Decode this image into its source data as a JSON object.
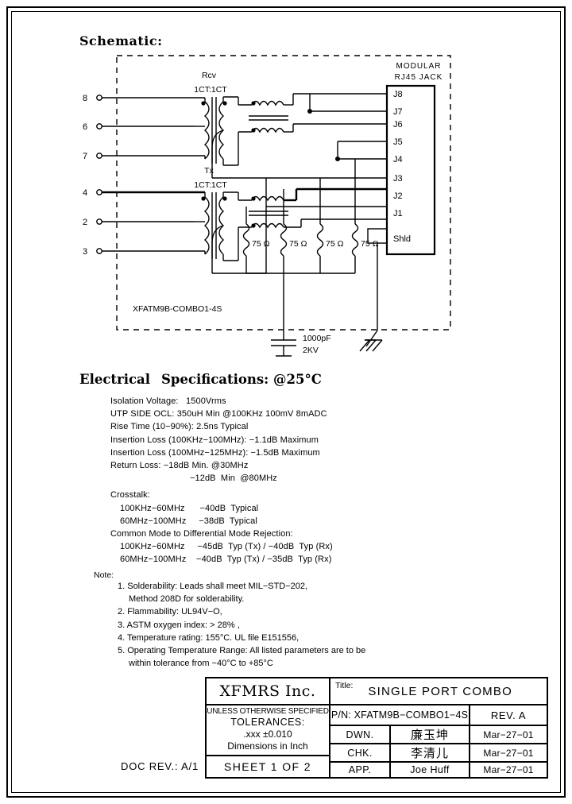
{
  "document": {
    "schematic_heading": "Schematic:",
    "part_number_in_box": "XFATM9B-COMBO1-4S"
  },
  "schematic": {
    "left_pins": [
      "8",
      "6",
      "7",
      "4",
      "2",
      "3"
    ],
    "transformers": [
      {
        "name": "Rcv",
        "ratio": "1CT:1CT"
      },
      {
        "name": "Tx",
        "ratio": "1CT:1CT"
      }
    ],
    "jack": {
      "label_line1": "MODULAR",
      "label_line2": "RJ45 JACK",
      "pins": [
        "J8",
        "J7",
        "J6",
        "J5",
        "J4",
        "J3",
        "J2",
        "J1"
      ],
      "shield_label": "Shld"
    },
    "resistors": [
      "75 Ω",
      "75 Ω",
      "75 Ω",
      "75 Ω"
    ],
    "capacitor": {
      "value": "1000pF",
      "voltage": "2KV"
    }
  },
  "electrical": {
    "title_a": "Electrical",
    "title_b": "Specifications: @25°C",
    "lines": [
      "Isolation Voltage:   1500Vrms",
      "UTP SIDE OCL: 350uH Min @100KHz 100mV 8mADC",
      "Rise Time (10−90%): 2.5ns Typical",
      "Insertion Loss (100KHz−100MHz): −1.1dB Maximum",
      "Insertion Loss (100MHz−125MHz): −1.5dB Maximum",
      "Return Loss: −18dB Min. @30MHz"
    ],
    "return_loss_second": "−12dB  Min  @80MHz",
    "crosstalk_label": "Crosstalk:",
    "crosstalk_rows": [
      "100KHz−60MHz      −40dB  Typical",
      "60MHz−100MHz     −38dB  Typical"
    ],
    "cmr_label": "Common Mode to Differential Mode Rejection:",
    "cmr_rows": [
      "100KHz−60MHz     −45dB  Typ (Tx) / −40dB  Typ (Rx)",
      "60MHz−100MHz    −40dB  Typ (Tx) / −35dB  Typ (Rx)"
    ]
  },
  "notes": {
    "label": "Note:",
    "items": [
      "1. Solderability: Leads shall meet MIL−STD−202,",
      "Method 208D for solderability.",
      "2. Flammability: UL94V−O,",
      "3. ASTM oxygen index: > 28% ,",
      "4. Temperature rating: 155°C. UL file E151556,",
      "5. Operating Temperature Range: All listed parameters are to be",
      "within tolerance from −40°C to +85°C"
    ]
  },
  "title_block": {
    "company": "XFMRS Inc.",
    "title_label": "Title:",
    "title_value": "SINGLE PORT COMBO",
    "tolerance_line1": "UNLESS OTHERWISE SPECIFIED",
    "tolerance_line2": "TOLERANCES:",
    "tolerance_line3": ".xxx  ±0.010",
    "tolerance_line4": "Dimensions in Inch",
    "sheet": "SHEET  1  OF  2",
    "part_number": "P/N: XFATM9B−COMBO1−4S",
    "revision": "REV. A",
    "rows": [
      {
        "role": "DWN.",
        "signature": "廉玉坤",
        "date": "Mar−27−01"
      },
      {
        "role": "CHK.",
        "signature": "李清儿",
        "date": "Mar−27−01"
      },
      {
        "role": "APP.",
        "signature": "Joe Huff",
        "date": "Mar−27−01"
      }
    ],
    "doc_rev": "DOC REV.: A/1"
  }
}
